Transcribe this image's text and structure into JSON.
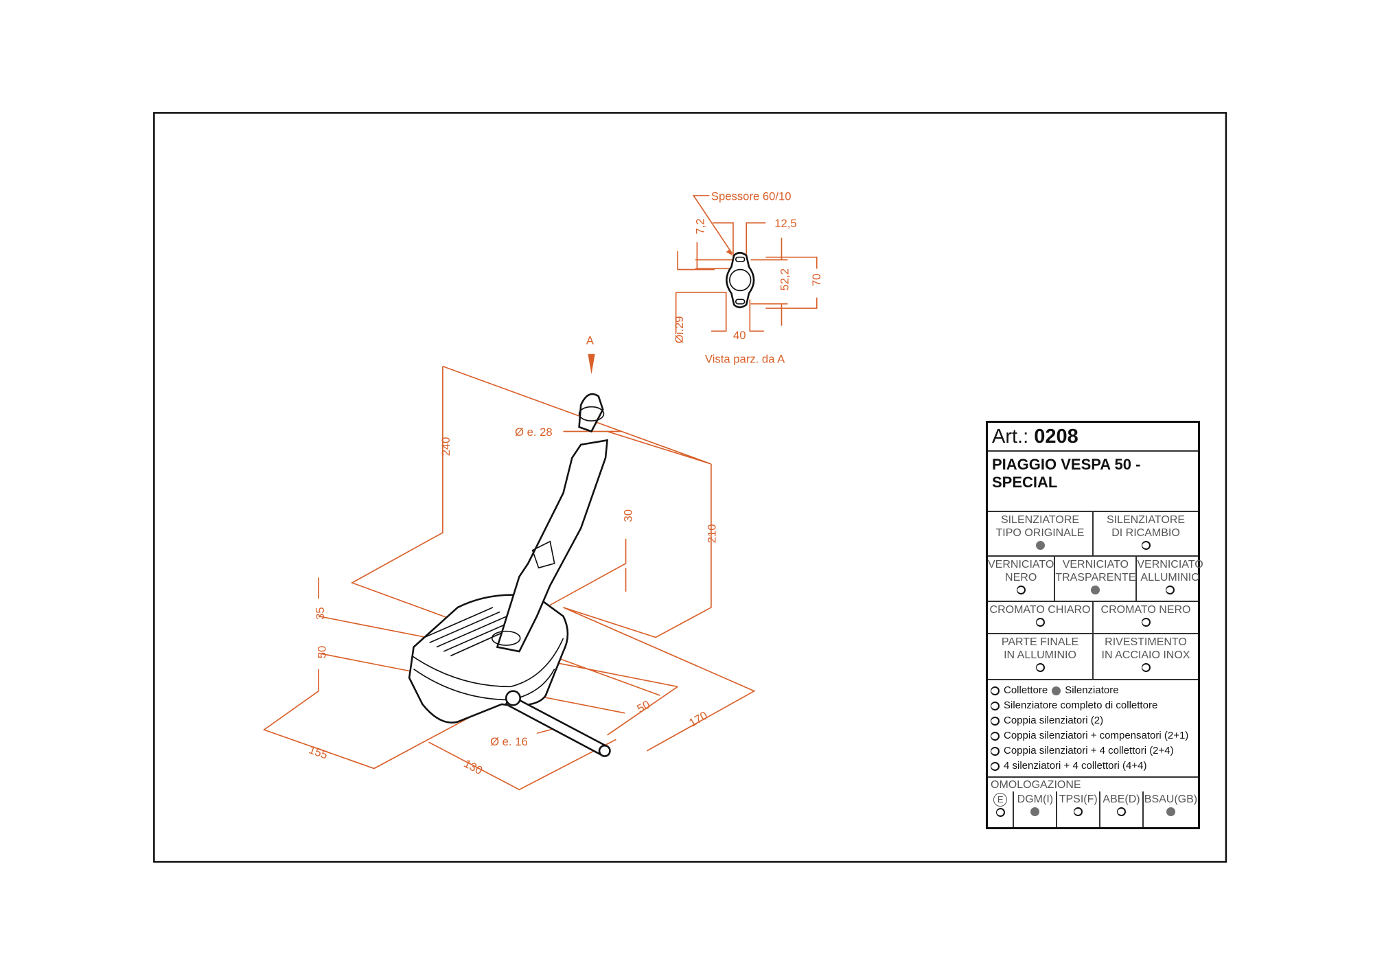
{
  "drawing": {
    "view_label": "A",
    "detail": {
      "thickness": "Spessore 60/10",
      "dim_7_2": "7,2",
      "dim_12_5": "12,5",
      "dim_52_2": "52,2",
      "dim_70": "70",
      "dim_inner_dia": "Øi.29",
      "dim_40": "40",
      "caption": "Vista parz. da A"
    },
    "dims": {
      "outer_dia_28": "Ø e. 28",
      "h240": "240",
      "h210": "210",
      "d30": "30",
      "d35": "35",
      "d50_left": "50",
      "d155": "155",
      "d130": "130",
      "outer_dia_16": "Ø e. 16",
      "d50_right": "50",
      "d170": "170"
    },
    "dim_color": "#d9602a"
  },
  "title_block": {
    "art_label": "Art.:",
    "art_number": "0208",
    "model": "PIAGGIO VESPA 50 - SPECIAL",
    "type_options": [
      {
        "label1": "SILENZIATORE",
        "label2": "TIPO ORIGINALE",
        "selected": true
      },
      {
        "label1": "SILENZIATORE",
        "label2": "DI RICAMBIO",
        "selected": false
      }
    ],
    "finish_options": [
      {
        "label1": "VERNICIATO",
        "label2": "NERO",
        "selected": false
      },
      {
        "label1": "VERNICIATO",
        "label2": "TRASPARENTE",
        "selected": true
      },
      {
        "label1": "VERNICIATO",
        "label2": "ALLUMINIO",
        "selected": false
      }
    ],
    "chrome_options": [
      {
        "label": "CROMATO CHIARO",
        "selected": false
      },
      {
        "label": "CROMATO NERO",
        "selected": false
      }
    ],
    "extra_options": [
      {
        "label1": "PARTE FINALE",
        "label2": "IN ALLUMINIO",
        "selected": false
      },
      {
        "label1": "RIVESTIMENTO",
        "label2": "IN ACCIAIO INOX",
        "selected": false
      }
    ],
    "collettore": "Collettore",
    "silenziatore": "Silenziatore",
    "kit_options": [
      "Silenziatore completo di collettore",
      "Coppia silenziatori (2)",
      "Coppia silenziatori + compensatori (2+1)",
      "Coppia silenziatori + 4 collettori (2+4)",
      "4 silenziatori + 4 collettori (4+4)"
    ],
    "homologation_title": "OMOLOGAZIONE",
    "homologations": [
      {
        "label": "E",
        "selected": false
      },
      {
        "label": "DGM(I)",
        "selected": true
      },
      {
        "label": "TPSI(F)",
        "selected": false
      },
      {
        "label": "ABE(D)",
        "selected": false
      },
      {
        "label": "BSAU(GB)",
        "selected": true
      }
    ]
  }
}
